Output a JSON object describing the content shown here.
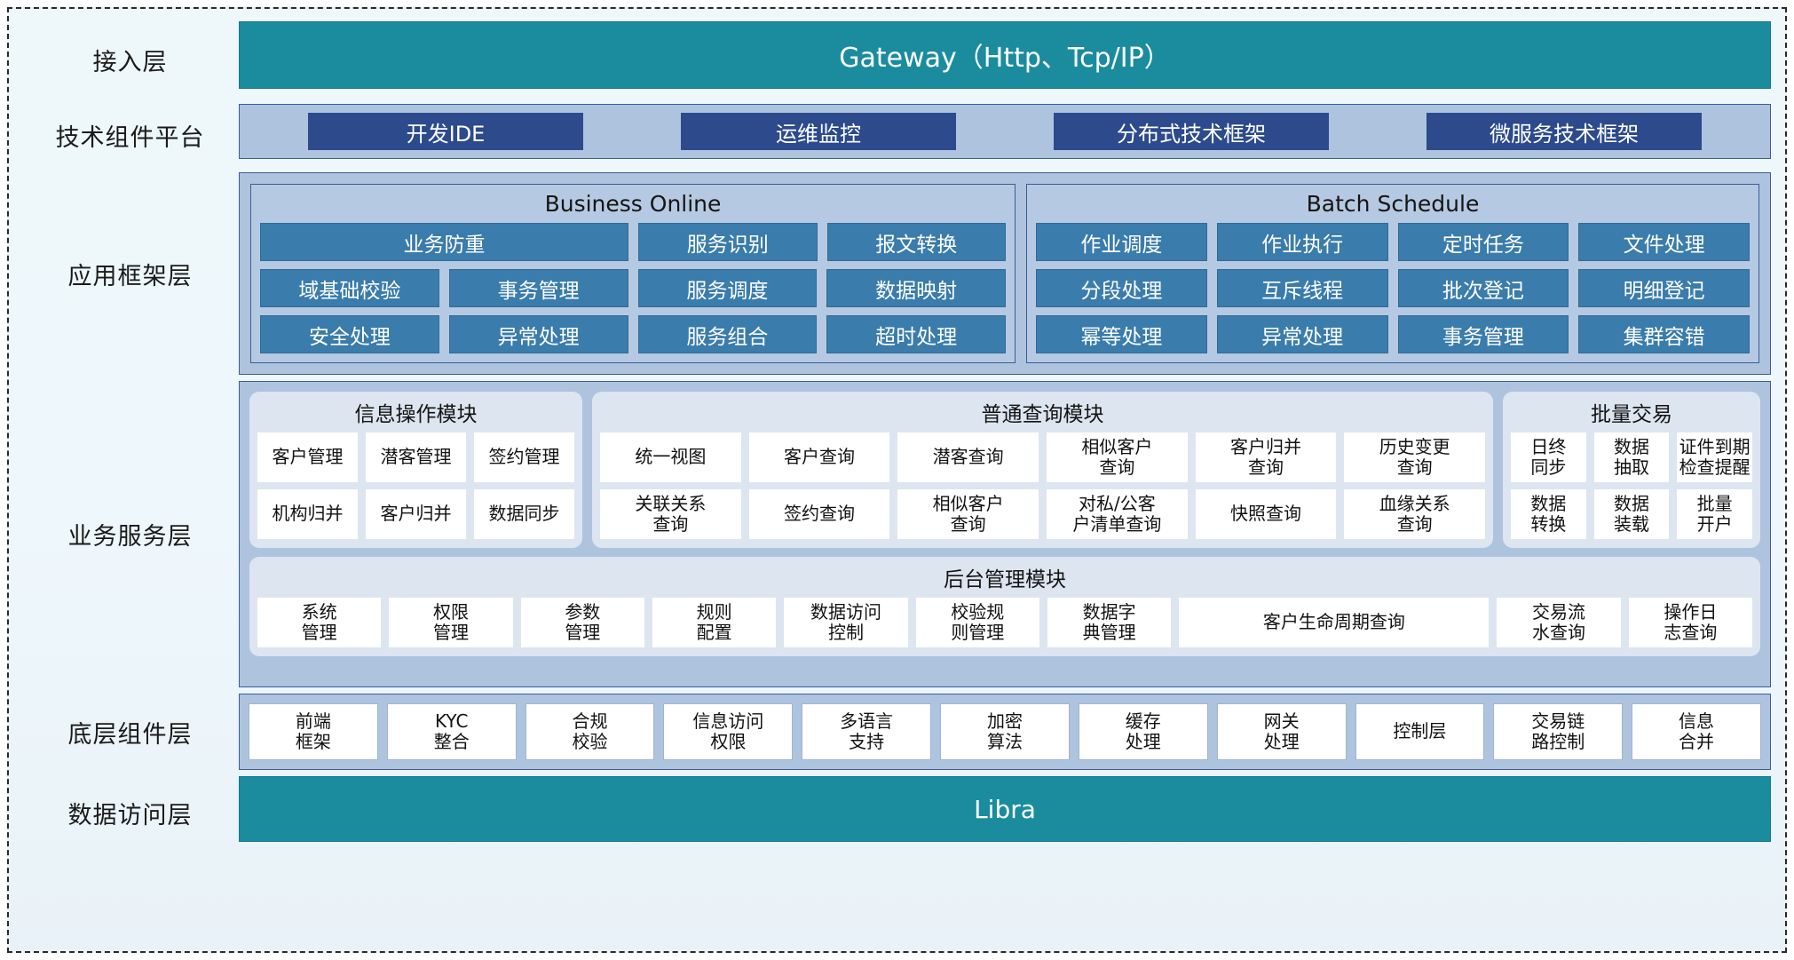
{
  "layers": {
    "access": {
      "label": "接入层",
      "gateway": "Gateway（Http、Tcp/IP）"
    },
    "tech_platform": {
      "label": "技术组件平台",
      "chips": [
        "开发IDE",
        "运维监控",
        "分布式技术框架",
        "微服务技术框架"
      ]
    },
    "app_framework": {
      "label": "应用框架层",
      "groups": [
        {
          "title": "Business Online",
          "rows": [
            [
              "业务防重",
              "服务识别",
              "报文转换"
            ],
            [
              "域基础校验",
              "事务管理",
              "服务调度",
              "数据映射"
            ],
            [
              "安全处理",
              "异常处理",
              "服务组合",
              "超时处理"
            ]
          ]
        },
        {
          "title": "Batch Schedule",
          "rows": [
            [
              "作业调度",
              "作业执行",
              "定时任务",
              "文件处理"
            ],
            [
              "分段处理",
              "互斥线程",
              "批次登记",
              "明细登记"
            ],
            [
              "幂等处理",
              "异常处理",
              "事务管理",
              "集群容错"
            ]
          ]
        }
      ]
    },
    "business_service": {
      "label": "业务服务层",
      "info_module": {
        "title": "信息操作模块",
        "rows": [
          [
            "客户管理",
            "潜客管理",
            "签约管理"
          ],
          [
            "机构归并",
            "客户归并",
            "数据同步"
          ]
        ]
      },
      "query_module": {
        "title": "普通查询模块",
        "rows": [
          [
            "统一视图",
            "客户查询",
            "潜客查询",
            "相似客户\n查询",
            "客户归并\n查询",
            "历史变更\n查询"
          ],
          [
            "关联关系\n查询",
            "签约查询",
            "相似客户\n查询",
            "对私/公客\n户清单查询",
            "快照查询",
            "血缘关系\n查询"
          ]
        ]
      },
      "batch_module": {
        "title": "批量交易",
        "rows": [
          [
            "日终\n同步",
            "数据\n抽取",
            "证件到期\n检查提醒"
          ],
          [
            "数据\n转换",
            "数据\n装载",
            "批量\n开户"
          ]
        ]
      },
      "admin_module": {
        "title": "后台管理模块",
        "cells": [
          "系统\n管理",
          "权限\n管理",
          "参数\n管理",
          "规则\n配置",
          "数据访问\n控制",
          "校验规\n则管理",
          "数据字\n典管理",
          "客户生命周期查询",
          "交易流\n水查询",
          "操作日\n志查询"
        ],
        "wide_index": 7
      }
    },
    "bottom_component": {
      "label": "底层组件层",
      "cells": [
        "前端\n框架",
        "KYC\n整合",
        "合规\n校验",
        "信息访问\n权限",
        "多语言\n支持",
        "加密\n算法",
        "缓存\n处理",
        "网关\n处理",
        "控制层",
        "交易链\n路控制",
        "信息\n合并"
      ]
    },
    "data_access": {
      "label": "数据访问层",
      "libra": "Libra"
    }
  },
  "colors": {
    "teal": "#1a8c9e",
    "panel_blue": "#aec3de",
    "chip_navy": "#2c4a8c",
    "cell_blue": "#3a7cab",
    "group_bg": "#dde5f1"
  }
}
